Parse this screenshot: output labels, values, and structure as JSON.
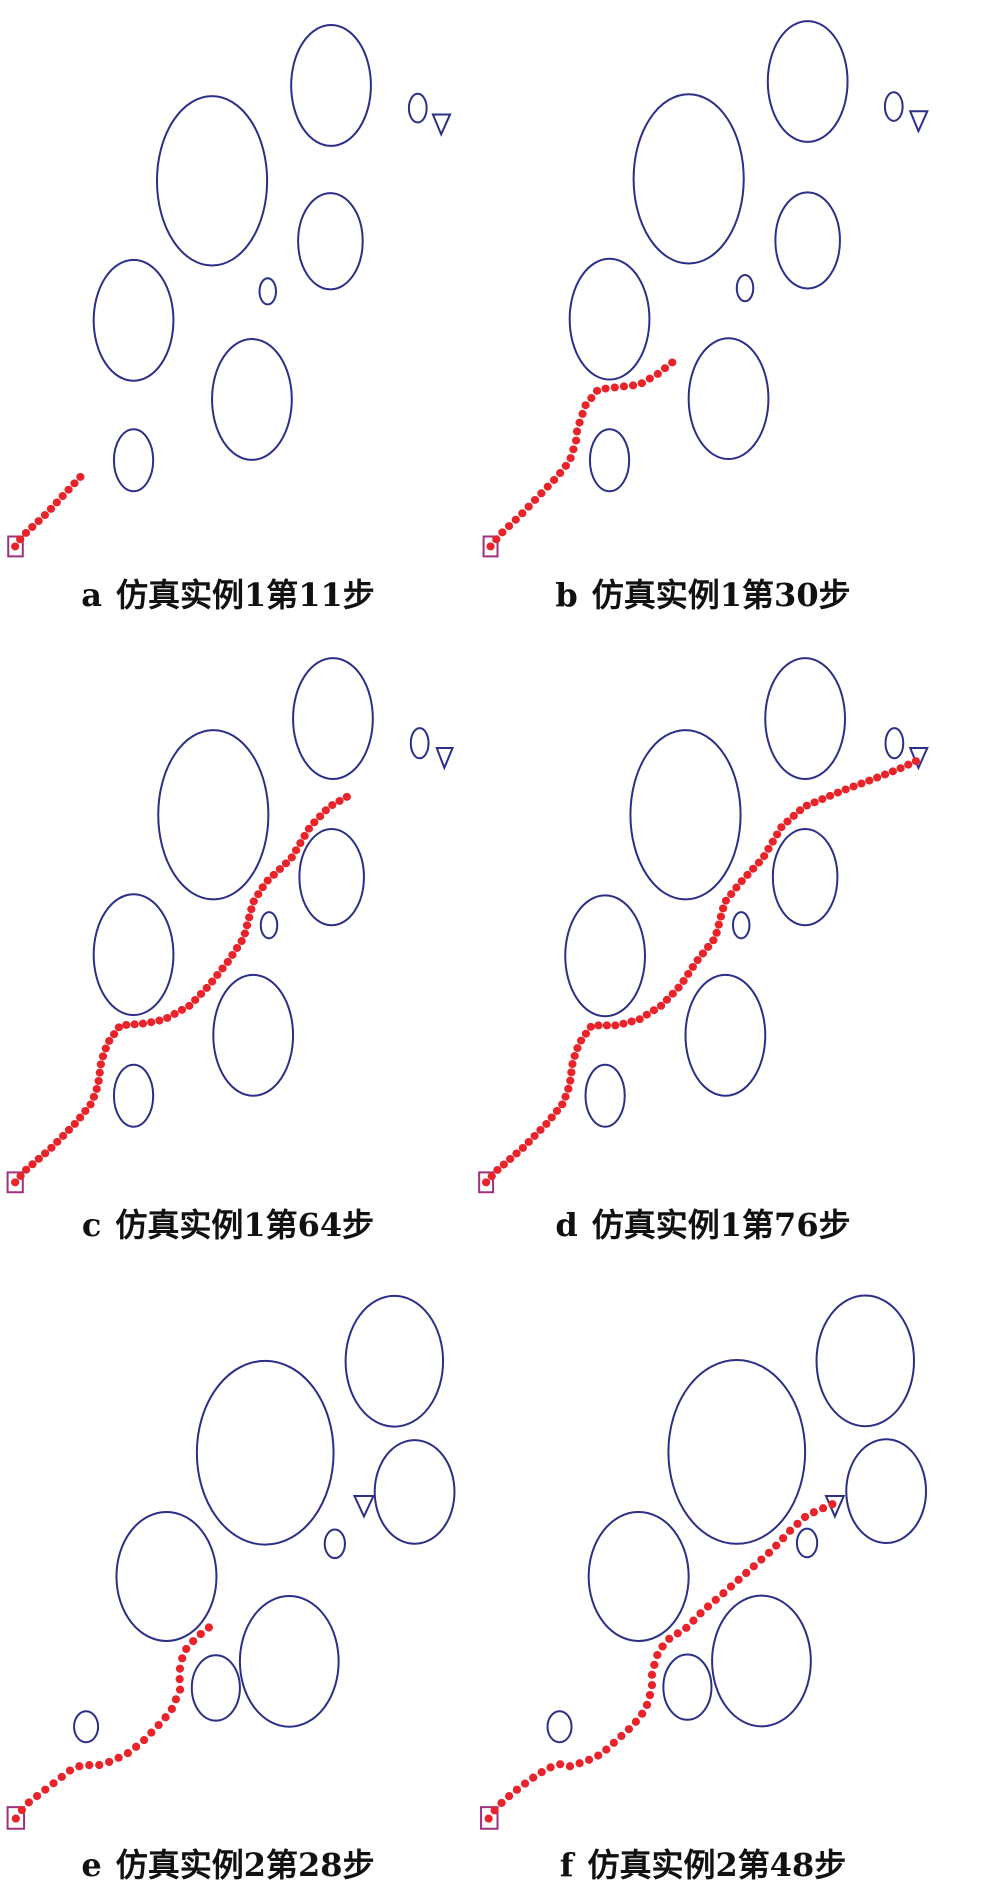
{
  "colors": {
    "obstacle": "#2b2f88",
    "path": "#e8232a",
    "start": "#a0307f",
    "goal": "#2b2f88"
  },
  "panels": [
    {
      "letter": "a",
      "caption": "仿真实例1第11步",
      "steps": 11
    },
    {
      "letter": "b",
      "caption": "仿真实例1第30步",
      "steps": 30
    },
    {
      "letter": "c",
      "caption": "仿真实例1第64步",
      "steps": 64
    },
    {
      "letter": "d",
      "caption": "仿真实例1第76步",
      "steps": 76
    },
    {
      "letter": "e",
      "caption": "仿真实例2第28步",
      "steps": 28
    },
    {
      "letter": "f",
      "caption": "仿真实例2第48步",
      "steps": 48
    }
  ]
}
